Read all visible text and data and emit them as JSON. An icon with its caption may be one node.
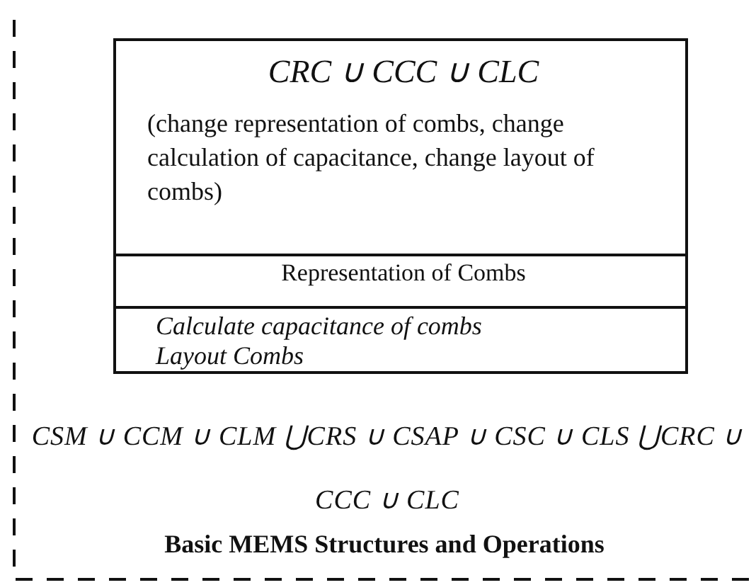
{
  "diagram": {
    "nodes": [
      {
        "text": [
          "CSM ∪ CCM ∪ CLM ⋃CRS ∪ CSAP ∪ CSC ∪ CLS ⋃CRC ∪ CCC ∪ CLC",
          "Basic MEMS Structures and Operations"
        ]
      },
      {
        "text": [
          "CRC ∪ CCC ∪ CLC",
          "(change representation of combs, change calculation of capacitance, change layout of combs)",
          "Representation of Combs",
          "Calculate capacitance of combs Layout Combs"
        ],
        "in": 0
      }
    ]
  }
}
